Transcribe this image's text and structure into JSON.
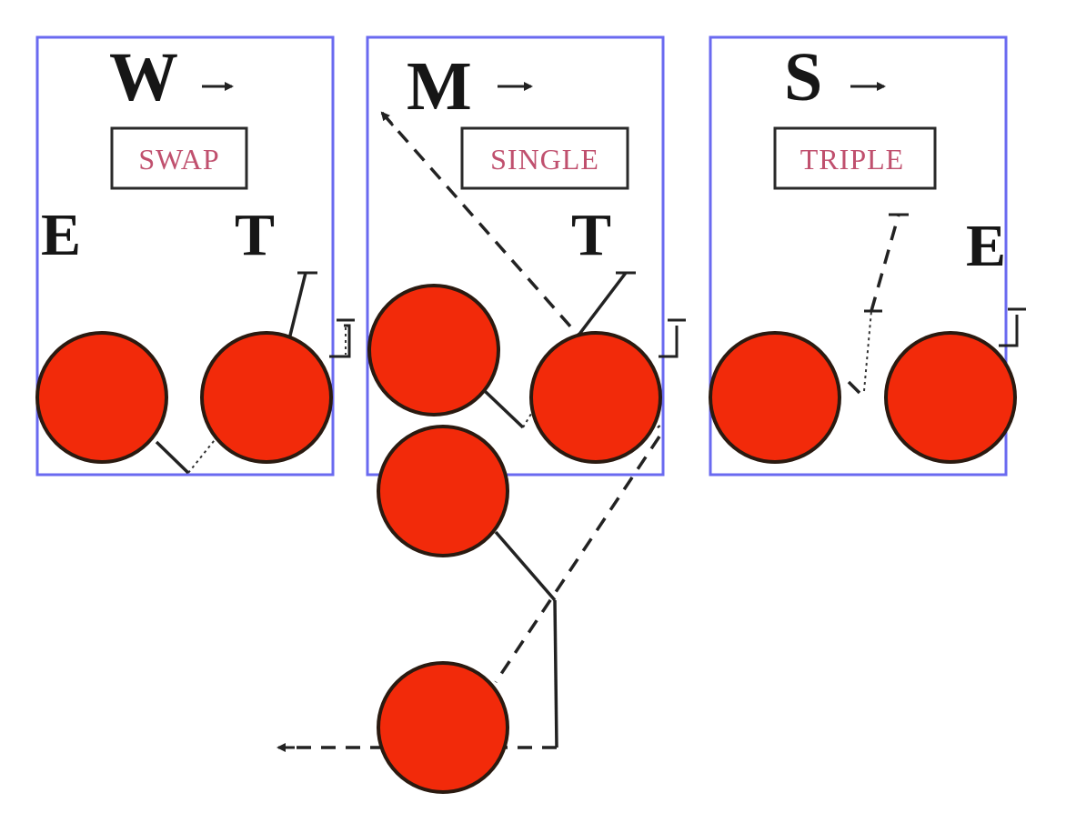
{
  "panels": [
    {
      "formation": "W",
      "play": "SWAP",
      "left_label": "E",
      "right_label": "T"
    },
    {
      "formation": "M",
      "play": "SINGLE",
      "left_label": "",
      "right_label": "T"
    },
    {
      "formation": "S",
      "play": "TRIPLE",
      "left_label": "",
      "right_label": "E"
    }
  ],
  "colors": {
    "frame": "#6a6af0",
    "player": "#f22a0a",
    "play_label": "#c0506e",
    "ink": "#161616"
  }
}
